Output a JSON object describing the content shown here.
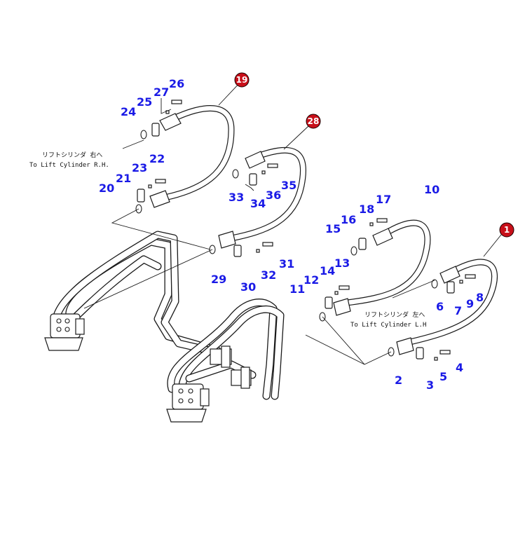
{
  "part_numbers": {
    "n2": "2",
    "n3": "3",
    "n4": "4",
    "n5": "5",
    "n6": "6",
    "n7": "7",
    "n8": "8",
    "n9": "9",
    "n10": "10",
    "n11": "11",
    "n12": "12",
    "n13": "13",
    "n14": "14",
    "n15": "15",
    "n16": "16",
    "n17": "17",
    "n18": "18",
    "n20": "20",
    "n21": "21",
    "n22": "22",
    "n23": "23",
    "n24": "24",
    "n25": "25",
    "n26": "26",
    "n27": "27",
    "n29": "29",
    "n30": "30",
    "n31": "31",
    "n32": "32",
    "n33": "33",
    "n34": "34",
    "n35": "35",
    "n36": "36"
  },
  "badges": {
    "b1": "1",
    "b19": "19",
    "b28": "28"
  },
  "notes": {
    "rh_jp": "リフトシリンダ 右へ",
    "rh_en": "To Lift Cylinder R.H.",
    "lh_jp": "リフトシリンダ 左へ",
    "lh_en": "To Lift Cylinder L.H"
  },
  "colors": {
    "label": "#1a1ae6",
    "badge": "#c8101a",
    "line": "#1a1a1a"
  }
}
